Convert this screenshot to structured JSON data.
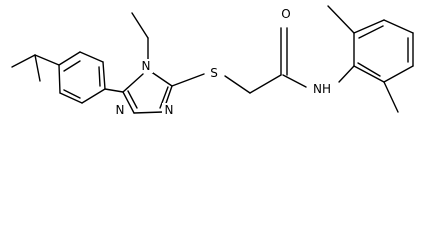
{
  "molecule": {
    "atoms": {
      "n4": "N",
      "n2": "N",
      "n1": "N",
      "s": "S",
      "o": "O",
      "nh": "NH"
    }
  },
  "colors": {
    "ink": "#000000",
    "background": "#ffffff"
  }
}
